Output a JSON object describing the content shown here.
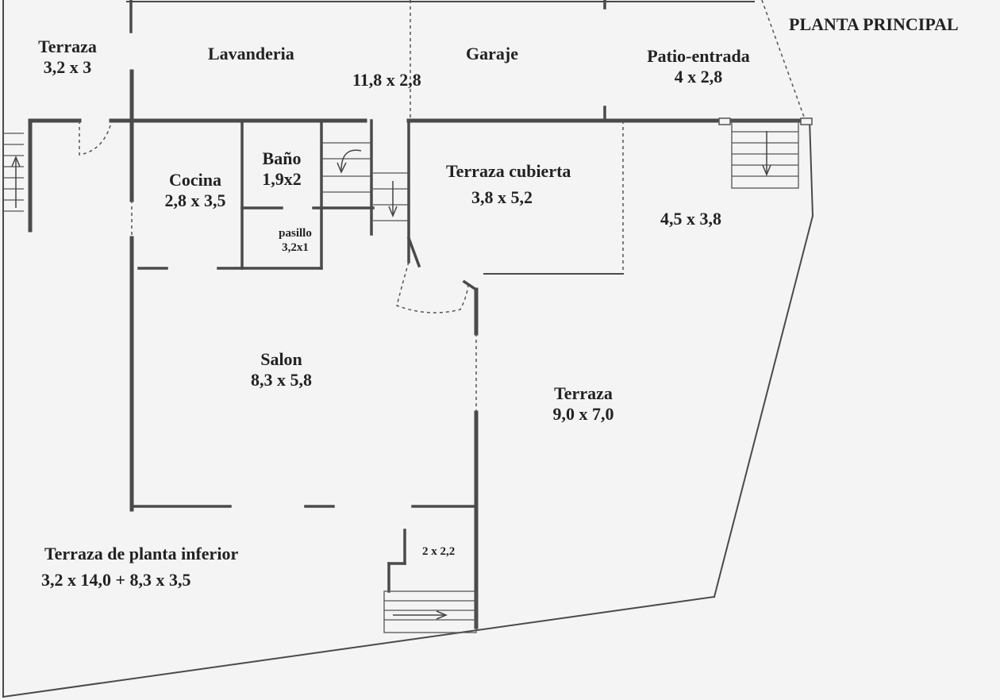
{
  "title": "PLANTA PRINCIPAL",
  "rooms": {
    "terraza_top_left": {
      "name": "Terraza",
      "size": "3,2 x 3"
    },
    "lavanderia": {
      "name": "Lavanderia"
    },
    "garaje": {
      "name": "Garaje",
      "size": "11,8 x 2,8"
    },
    "patio_entrada": {
      "name": "Patio-entrada",
      "size": "4 x 2,8"
    },
    "cocina": {
      "name": "Cocina",
      "size": "2,8 x 3,5"
    },
    "bano": {
      "name": "Baño",
      "size": "1,9x2"
    },
    "pasillo": {
      "name": "pasillo",
      "size": "3,2x1"
    },
    "terraza_cubierta": {
      "name": "Terraza cubierta",
      "size": "3,8 x 5,2"
    },
    "terraza_side": {
      "size": "4,5 x 3,8"
    },
    "salon": {
      "name": "Salon",
      "size": "8,3 x 5,8"
    },
    "terraza_main": {
      "name": "Terraza",
      "size": "9,0 x 7,0"
    },
    "terraza_inferior": {
      "name": "Terraza de planta inferior",
      "size": "3,2 x 14,0 + 8,3 x 3,5"
    },
    "small_room": {
      "size": "2 x 2,2"
    }
  }
}
